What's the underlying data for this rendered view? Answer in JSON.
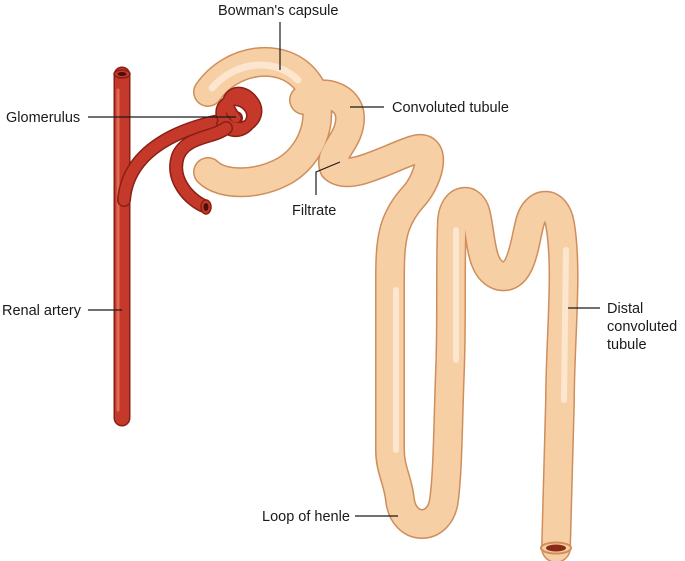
{
  "labels": {
    "bowmans_capsule": "Bowman's capsule",
    "glomerulus": "Glomerulus",
    "convoluted_tubule": "Convoluted tubule",
    "filtrate": "Filtrate",
    "renal_artery": "Renal artery",
    "distal_line1": "Distal",
    "distal_line2": "convoluted",
    "distal_line3": "tubule",
    "loop_of_henle": "Loop of henle"
  },
  "colors": {
    "artery_outline": "#8a1f14",
    "artery_fill": "#c5392a",
    "artery_highlight": "#e06a54",
    "tubule_outline": "#cf8e5b",
    "tubule_fill": "#f6cfa5",
    "tubule_highlight": "#fde6cf",
    "lumen": "#8a2a16",
    "leader": "#1a1a1a"
  }
}
